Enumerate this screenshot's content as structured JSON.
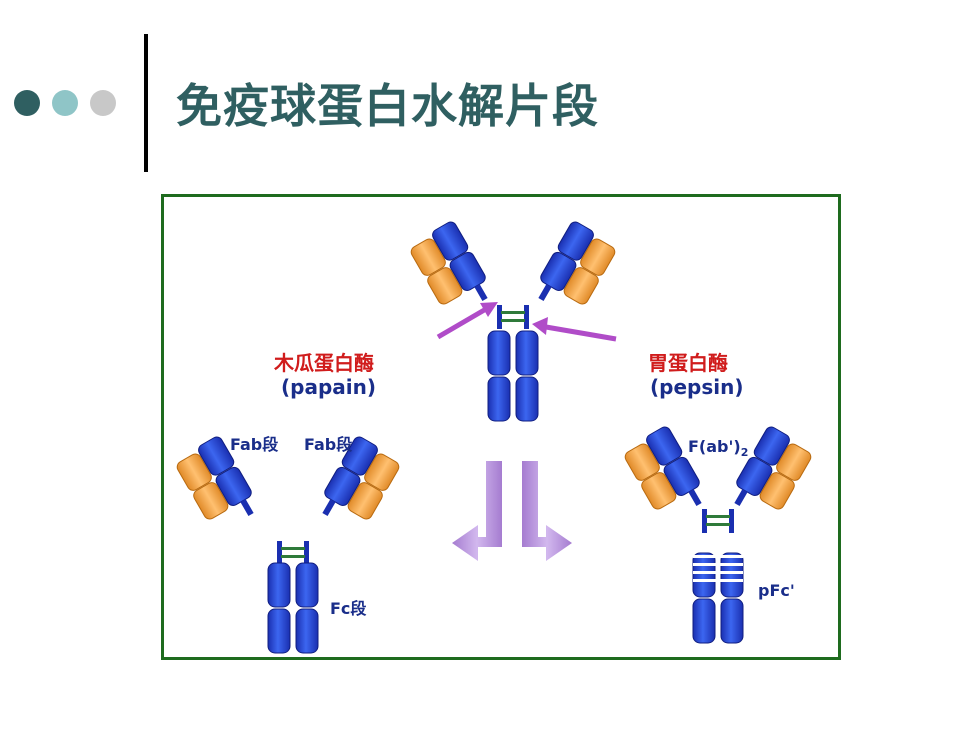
{
  "slide": {
    "title": "免疫球蛋白水解片段",
    "dot_colors": [
      "#2f5f61",
      "#8fc5c7",
      "#c8c8c8"
    ]
  },
  "diagram": {
    "papain_cn": "木瓜蛋白酶",
    "papain_en": "(papain)",
    "pepsin_cn": "胃蛋白酶",
    "pepsin_en": "(pepsin)",
    "fab_left": "Fab段",
    "fab_right": "Fab段",
    "fc": "Fc段",
    "fab2_main": "F(ab')",
    "fab2_sub": "2",
    "pfc": "pFc'",
    "colors": {
      "heavy_chain": "#2346d8",
      "light_chain": "#f0a040",
      "enzyme_arrow": "#b04cc8",
      "flow_arrow": "#b48ad4",
      "frame": "#1e6b1e",
      "bridge": "#2f7a3a"
    }
  }
}
